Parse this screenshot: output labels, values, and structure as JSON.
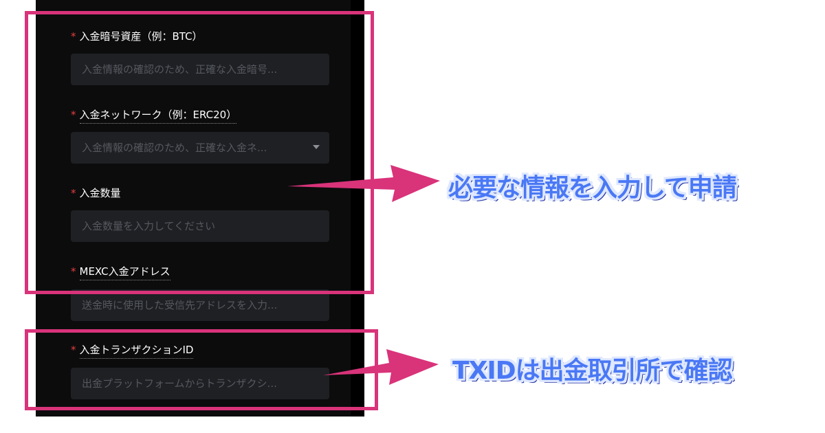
{
  "form": {
    "fields": [
      {
        "label": "入金暗号資産（例：BTC）",
        "placeholder": "入金情報の確認のため、正確な入金暗号..."
      },
      {
        "label": "入金ネットワーク（例：ERC20）",
        "placeholder": "入金情報の確認のため、正確な入金ネ..."
      },
      {
        "label": "入金数量",
        "placeholder": "入金数量を入力してください"
      },
      {
        "label": "MEXC入金アドレス",
        "placeholder": "送金時に使用した受信先アドレスを入力..."
      },
      {
        "label": "入金トランザクションID",
        "placeholder": "出金プラットフォームからトランザクシ..."
      }
    ],
    "required_mark": "*"
  },
  "annotations": {
    "callout_1": "必要な情報を入力して申請",
    "callout_2": "TXIDは出金取引所で確認",
    "highlight_color": "#d9337a",
    "callout_color": "#4a78f5"
  },
  "colors": {
    "panel_bg": "#0c0c0d",
    "input_bg": "#1f2024",
    "placeholder": "#55585f",
    "required": "#e53e3e"
  }
}
